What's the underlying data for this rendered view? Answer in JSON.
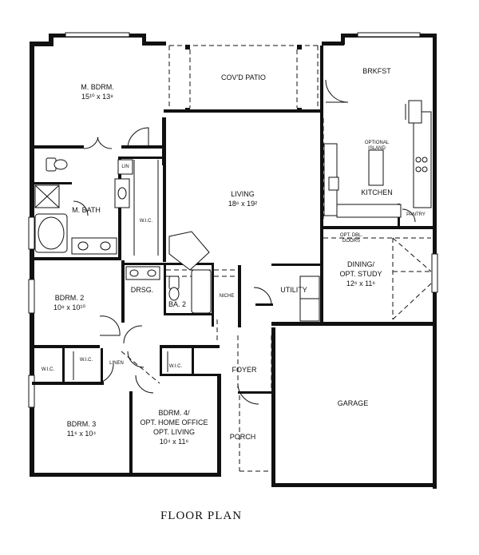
{
  "title": "FLOOR PLAN",
  "rooms": {
    "master_bedroom": {
      "name": "M. BDRM.",
      "dims": "15¹⁰ x 13⁸"
    },
    "covered_patio": {
      "name": "COV'D PATIO"
    },
    "breakfast": {
      "name": "BRKFST"
    },
    "optional_island": {
      "line1": "OPTIONAL",
      "line2": "ISLAND"
    },
    "kitchen": {
      "name": "KITCHEN"
    },
    "pantry": {
      "name": "PANTRY"
    },
    "living": {
      "name": "LIVING",
      "dims": "18⁶ x 19²"
    },
    "master_bath": {
      "name": "M. BATH"
    },
    "linen_master": {
      "name": "LIN"
    },
    "wic_master": {
      "name": "W.I.C."
    },
    "bedroom_2": {
      "name": "BDRM. 2",
      "dims": "10⁸ x 10¹⁰"
    },
    "dressing": {
      "name": "DRSG."
    },
    "bath_2": {
      "name": "BA. 2"
    },
    "niche": {
      "name": "NICHE"
    },
    "utility": {
      "name": "UTILITY"
    },
    "dbl_doors": {
      "line1": "OPT. DBL.",
      "line2": "DOORS"
    },
    "dining": {
      "line1": "DINING/",
      "line2": "OPT. STUDY",
      "dims": "12⁶ x 11⁶"
    },
    "wic_bed3_a": {
      "name": "W.I.C."
    },
    "wic_bed3_b": {
      "name": "W.I.C."
    },
    "linen_hall": {
      "name": "LINEN"
    },
    "wic_bed4": {
      "name": "W.I.C."
    },
    "foyer": {
      "name": "FOYER"
    },
    "garage": {
      "name": "GARAGE"
    },
    "bedroom_3": {
      "name": "BDRM. 3",
      "dims": "11⁶ x 10⁴"
    },
    "bedroom_4": {
      "line1": "BDRM. 4/",
      "line2": "OPT. HOME OFFICE",
      "line3": "OPT. LIVING",
      "dims": "10⁴ x 11⁶"
    },
    "porch": {
      "name": "PORCH"
    }
  }
}
